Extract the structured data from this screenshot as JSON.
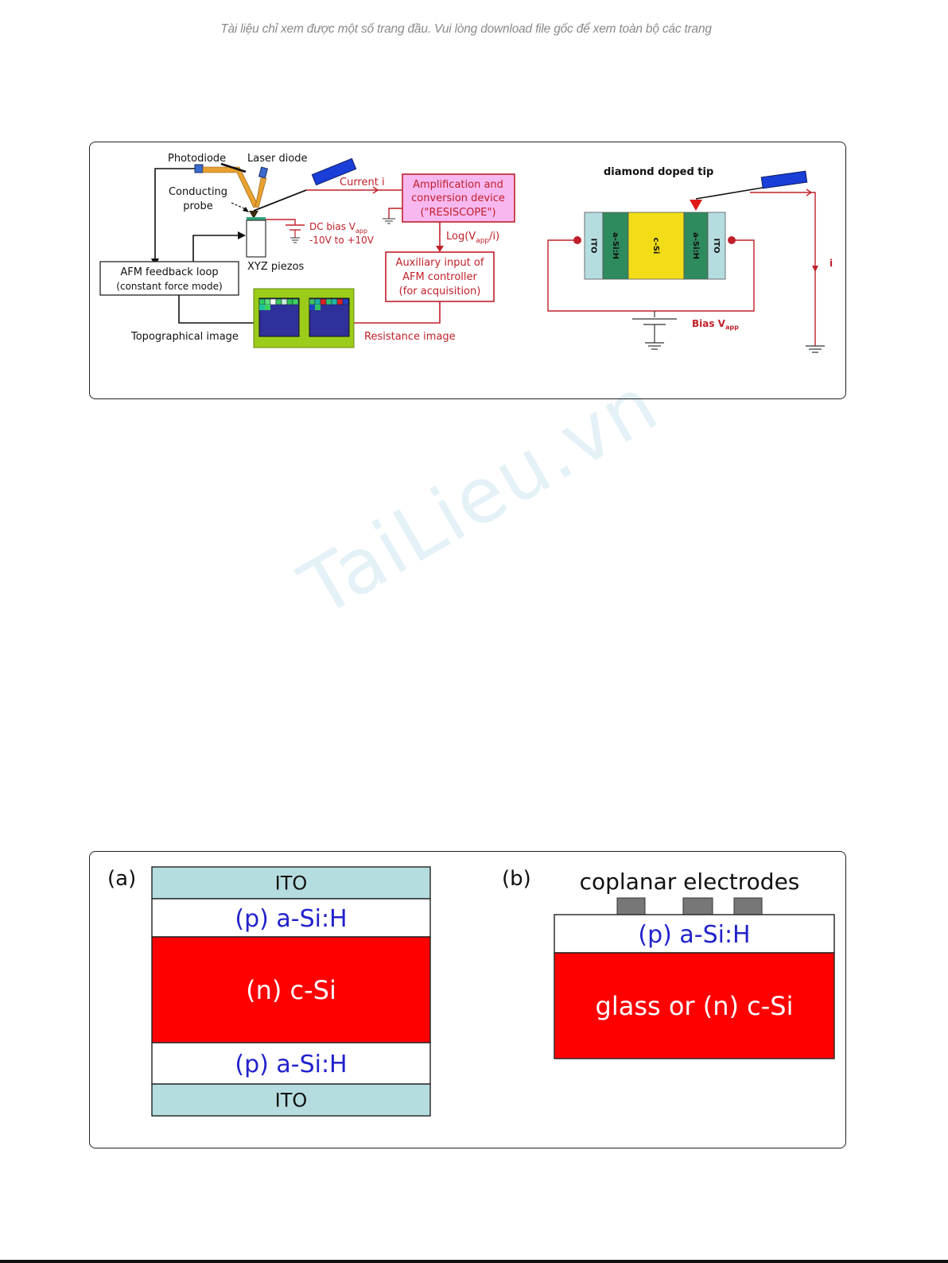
{
  "banner": {
    "text": "Tài liệu chỉ xem được một số trang đầu. Vui lòng download file gốc để xem toàn bộ các trang"
  },
  "watermark": {
    "text": "TaiLieu.vn"
  },
  "figure1": {
    "left_diagram": {
      "photodiode": "Photodiode",
      "laser_diode": "Laser diode",
      "conducting_probe_line1": "Conducting",
      "conducting_probe_line2": "probe",
      "current": "Current i",
      "dc_bias": "DC bias V",
      "dc_bias_sub": "app",
      "dc_range": "-10V to +10V",
      "xyz_piezos": "XYZ piezos",
      "afm_loop_line1": "AFM feedback loop",
      "afm_loop_line2": "(constant  force mode)",
      "amp_line1": "Amplification and",
      "amp_line2": "conversion device",
      "amp_line3": "(\"RESISCOPE\")",
      "log_prefix": "Log(V",
      "log_sub": "app",
      "log_suffix": "/i)",
      "aux_line1": "Auxiliary input of",
      "aux_line2": "AFM controller",
      "aux_line3": "(for acquisition)",
      "topo_image": "Topographical image",
      "resistance_image": "Resistance image"
    },
    "right_diagram": {
      "title": "diamond doped tip",
      "layers": [
        "ITO",
        "a-Si:H",
        "c-Si",
        "a-Si:H",
        "ITO"
      ],
      "bias": "Bias V",
      "bias_sub": "app",
      "current_label": "i"
    }
  },
  "figure2": {
    "panel_a": {
      "label": "(a)",
      "layers": [
        "ITO",
        "(p) a-Si:H",
        "(n) c-Si",
        "(p) a-Si:H",
        "ITO"
      ]
    },
    "panel_b": {
      "label": "(b)",
      "electrodes_label": "coplanar electrodes",
      "layers": [
        "(p) a-Si:H",
        "glass or (n) c-Si"
      ]
    }
  },
  "colors": {
    "diagram_red": "#c0202a",
    "ito": "#b5dde0",
    "asih_green": "#2e8b5e",
    "csi_yellow": "#f2dd18",
    "layer_red": "#ff0000",
    "text_blue": "#2222cc",
    "resiscope_pink": "#f7b8f0",
    "image_green": "#9ccc1a",
    "image_navy": "#30309a",
    "probe_blue": "#1a3ed8",
    "electrode_gray": "#777777"
  }
}
